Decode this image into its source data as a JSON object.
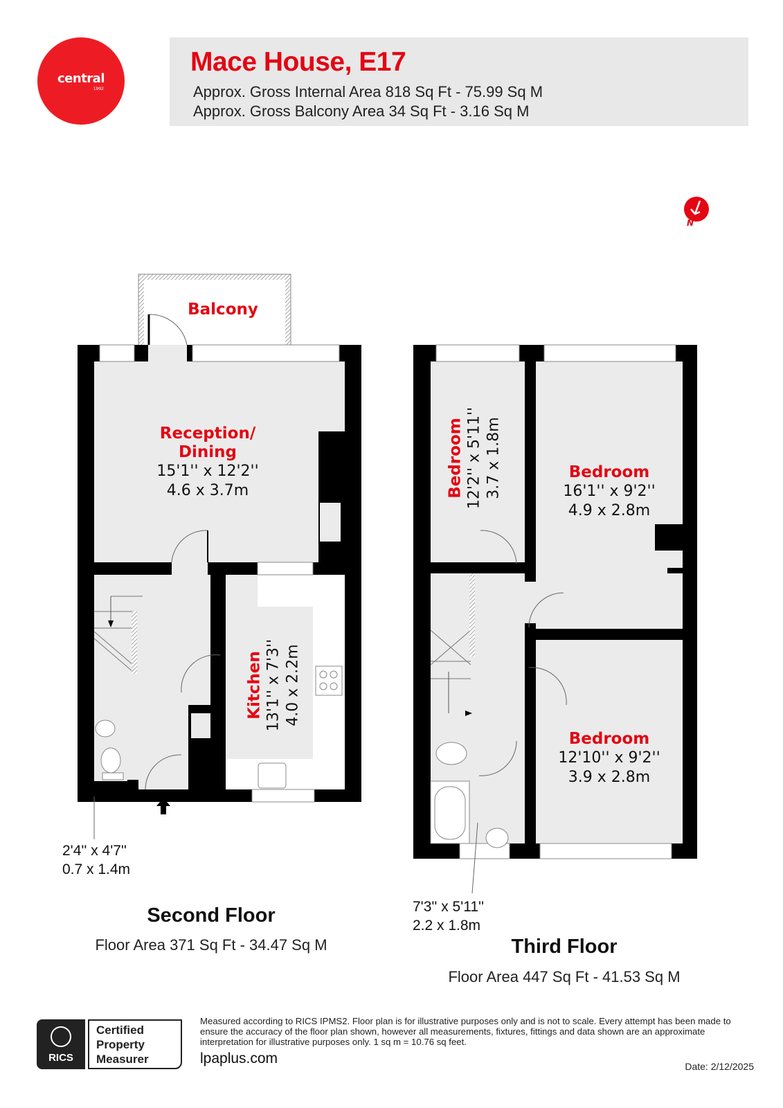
{
  "logo": {
    "brand": "central",
    "year": "1992",
    "color": "#ed1c24"
  },
  "header": {
    "title": "Mace House, E17",
    "internal_area": "Approx. Gross Internal Area 818 Sq Ft - 75.99 Sq M",
    "balcony_area": "Approx. Gross Balcony Area 34 Sq Ft - 3.16 Sq M"
  },
  "compass": {
    "icon": "north-arrow-icon",
    "label": "N"
  },
  "second_floor": {
    "title": "Second Floor",
    "area": "Floor Area 371 Sq Ft - 34.47 Sq M",
    "rooms": [
      {
        "name": "Balcony",
        "dim_imperial": "",
        "dim_metric": ""
      },
      {
        "name": "Reception/",
        "name2": "Dining",
        "dim_imperial": "15'1'' x 12'2''",
        "dim_metric": "4.6 x 3.7m"
      },
      {
        "name": "Kitchen",
        "dim_imperial": "13'1'' x 7'3''",
        "dim_metric": "4.0 x 2.2m"
      },
      {
        "name": "",
        "dim_imperial": "2'4'' x 4'7''",
        "dim_metric": "0.7 x 1.4m"
      }
    ]
  },
  "third_floor": {
    "title": "Third Floor",
    "area": "Floor Area 447 Sq Ft - 41.53 Sq M",
    "rooms": [
      {
        "name": "Bedroom",
        "dim_imperial": "12'2'' x 5'11''",
        "dim_metric": "3.7 x 1.8m"
      },
      {
        "name": "Bedroom",
        "dim_imperial": "16'1'' x 9'2''",
        "dim_metric": "4.9 x 2.8m"
      },
      {
        "name": "Bedroom",
        "dim_imperial": "12'10'' x 9'2''",
        "dim_metric": "3.9 x 2.8m"
      },
      {
        "name": "",
        "dim_imperial": "7'3'' x 5'11''",
        "dim_metric": "2.2 x 1.8m"
      }
    ]
  },
  "footer": {
    "rics_label": "RICS",
    "cert_lines": [
      "Certified",
      "Property",
      "Measurer"
    ],
    "disclaimer": "Measured according to RICS IPMS2. Floor plan is for illustrative purposes only and is not to scale. Every attempt has been made to ensure the accuracy of the floor plan shown, however all measurements, fixtures, fittings and data shown are an approximate interpretation for illustrative purposes only. 1 sq m = 10.76 sq feet.",
    "website": "lpaplus.com",
    "date": "Date: 2/12/2025"
  },
  "colors": {
    "accent": "#e30613",
    "wall": "#000000",
    "floor": "#ebebeb",
    "header_bg": "#e8e8e8"
  }
}
